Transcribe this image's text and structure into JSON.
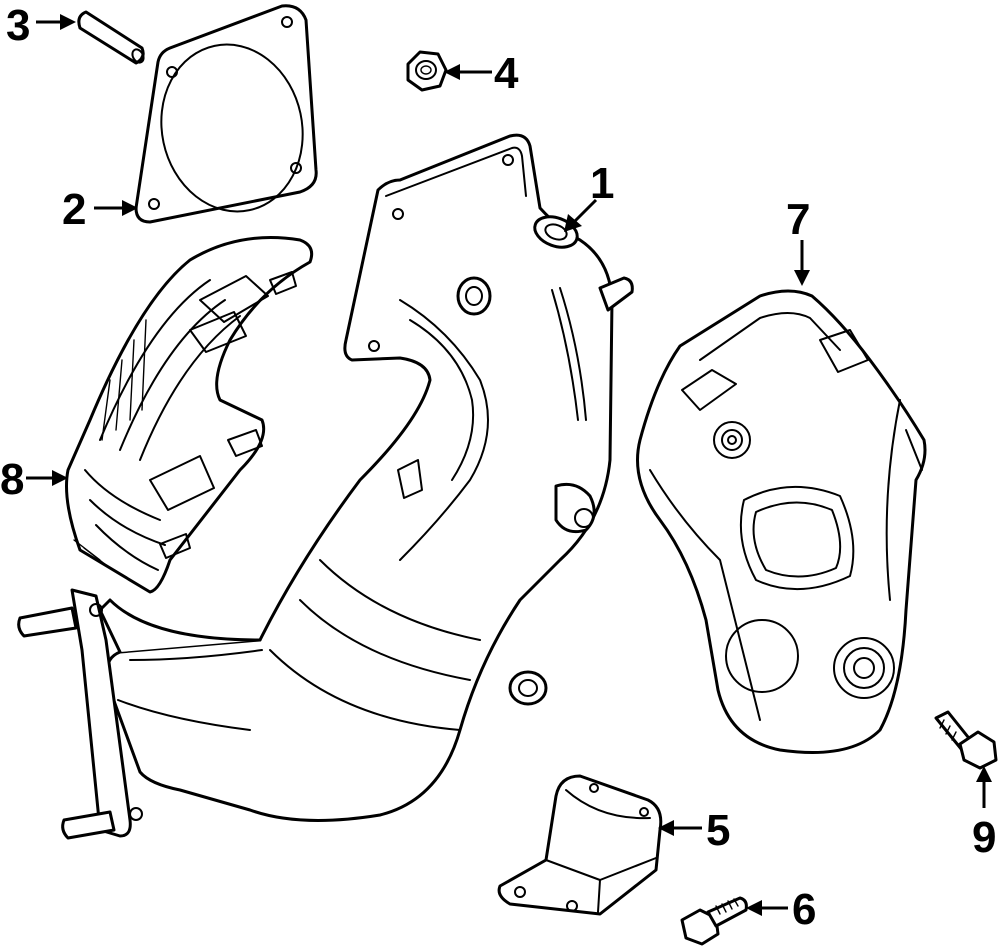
{
  "diagram": {
    "callouts": [
      {
        "id": "1",
        "label": "1"
      },
      {
        "id": "2",
        "label": "2"
      },
      {
        "id": "3",
        "label": "3"
      },
      {
        "id": "4",
        "label": "4"
      },
      {
        "id": "5",
        "label": "5"
      },
      {
        "id": "6",
        "label": "6"
      },
      {
        "id": "7",
        "label": "7"
      },
      {
        "id": "8",
        "label": "8"
      },
      {
        "id": "9",
        "label": "9"
      }
    ],
    "colors": {
      "ink": "#000000",
      "background": "#ffffff"
    }
  }
}
